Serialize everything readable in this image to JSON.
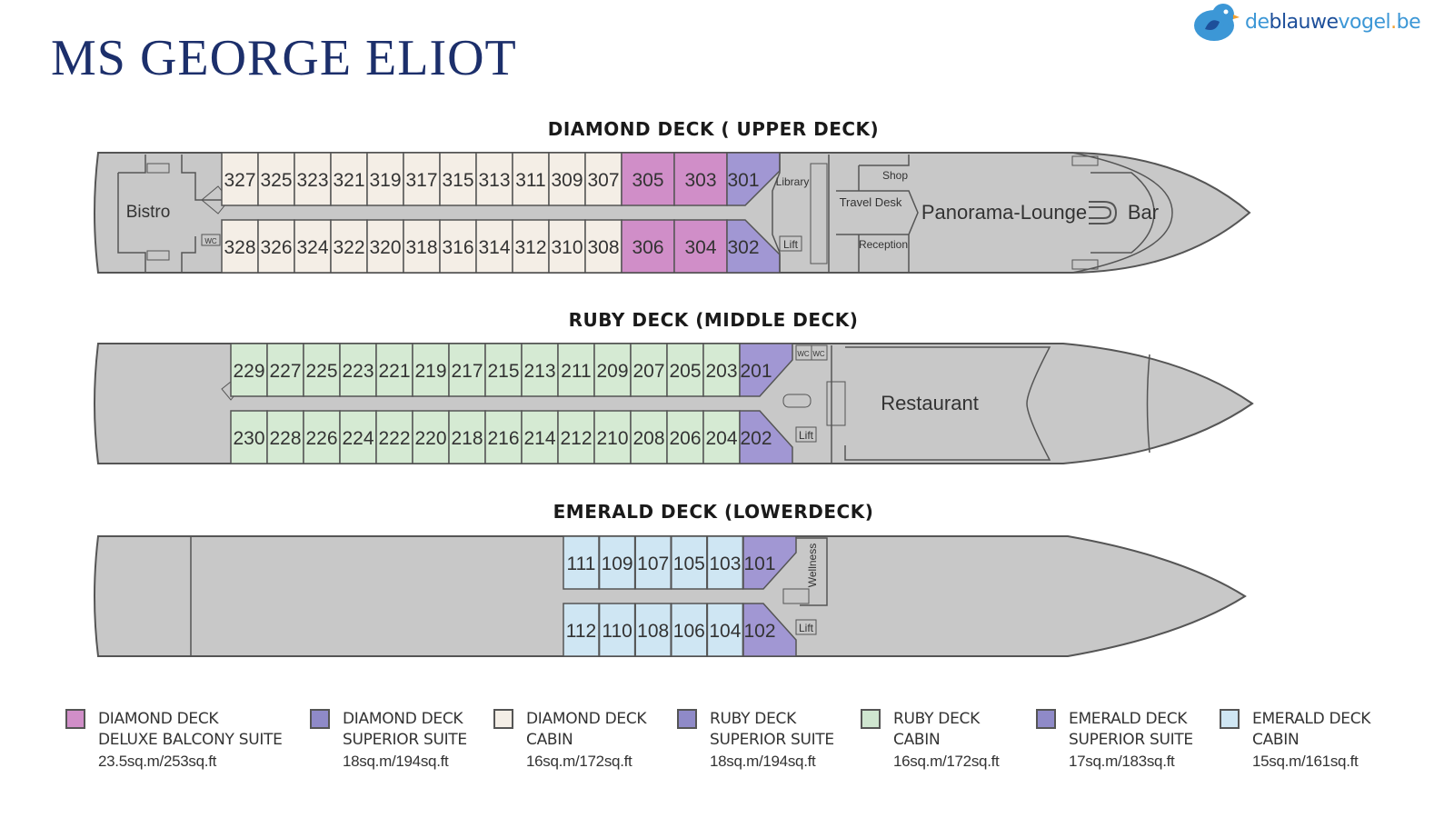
{
  "title": "MS GEORGE ELIOT",
  "logo": {
    "part1": "de",
    "part2": "blauwe",
    "part3": "vogel",
    "dot": ".",
    "tld": "be"
  },
  "colors": {
    "diamond_deluxe": "#d08ec8",
    "diamond_superior": "#a197d3",
    "diamond_cabin": "#f4eee6",
    "ruby_superior": "#a197d3",
    "ruby_cabin": "#d5ead3",
    "emerald_superior": "#a197d3",
    "emerald_cabin": "#cfe6f3",
    "hull": "#c8c8c8",
    "outline": "#555555"
  },
  "decks": {
    "diamond": {
      "title": "DIAMOND DECK ( UPPER DECK)",
      "top_row": [
        "327",
        "325",
        "323",
        "321",
        "319",
        "317",
        "315",
        "313",
        "311",
        "309",
        "307",
        "305",
        "303",
        "301"
      ],
      "bottom_row": [
        "328",
        "326",
        "324",
        "322",
        "320",
        "318",
        "316",
        "314",
        "312",
        "310",
        "308",
        "306",
        "304",
        "302"
      ],
      "rooms": {
        "bistro": "Bistro",
        "wc": "WC",
        "library": "Library",
        "lift": "Lift",
        "shop": "Shop",
        "travel_desk": "Travel Desk",
        "reception": "Reception",
        "lounge": "Panorama-Lounge",
        "bar": "Bar"
      }
    },
    "ruby": {
      "title": "RUBY DECK (MIDDLE DECK)",
      "top_row": [
        "229",
        "227",
        "225",
        "223",
        "221",
        "219",
        "217",
        "215",
        "213",
        "211",
        "209",
        "207",
        "205",
        "203",
        "201"
      ],
      "bottom_row": [
        "230",
        "228",
        "226",
        "224",
        "222",
        "220",
        "218",
        "216",
        "214",
        "212",
        "210",
        "208",
        "206",
        "204",
        "202"
      ],
      "rooms": {
        "wc1": "WC",
        "wc2": "WC",
        "lift": "Lift",
        "restaurant": "Restaurant"
      }
    },
    "emerald": {
      "title": "EMERALD DECK (LOWERDECK)",
      "top_row": [
        "111",
        "109",
        "107",
        "105",
        "103",
        "101"
      ],
      "bottom_row": [
        "112",
        "110",
        "108",
        "106",
        "104",
        "102"
      ],
      "rooms": {
        "wellness": "Wellness",
        "lift": "Lift"
      }
    }
  },
  "legend": [
    {
      "line1": "DIAMOND DECK",
      "line2": "DELUXE BALCONY SUITE",
      "size": "23.5sq.m/253sq.ft",
      "color": "#d08ec8"
    },
    {
      "line1": "DIAMOND DECK",
      "line2": "SUPERIOR SUITE",
      "size": "18sq.m/194sq.ft",
      "color": "#8f8ac8"
    },
    {
      "line1": "DIAMOND DECK",
      "line2": "CABIN",
      "size": "16sq.m/172sq.ft",
      "color": "#f4eee6"
    },
    {
      "line1": "RUBY DECK",
      "line2": "SUPERIOR SUITE",
      "size": "18sq.m/194sq.ft",
      "color": "#8f8ac8"
    },
    {
      "line1": "RUBY DECK",
      "line2": "CABIN",
      "size": "16sq.m/172sq.ft",
      "color": "#cfe6d0"
    },
    {
      "line1": "EMERALD DECK",
      "line2": "SUPERIOR SUITE",
      "size": "17sq.m/183sq.ft",
      "color": "#8f8ac8"
    },
    {
      "line1": "EMERALD DECK",
      "line2": "CABIN",
      "size": "15sq.m/161sq.ft",
      "color": "#cfe6f3"
    }
  ]
}
